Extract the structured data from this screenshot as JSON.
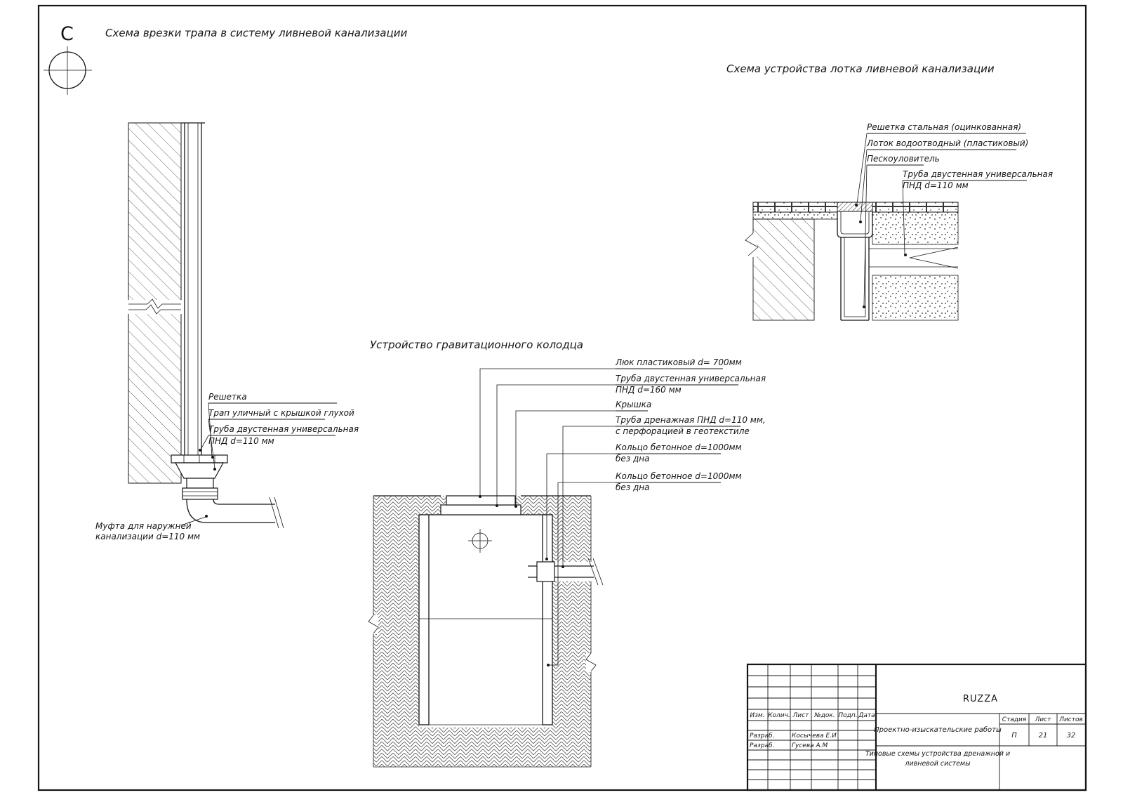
{
  "compass": {
    "letter": "С"
  },
  "titles": {
    "trap": "Схема врезки трапа в систему ливневой канализации",
    "lotok": "Схема устройства лотка ливневой канализации",
    "well": "Устройство гравитационного колодца"
  },
  "trap": {
    "reshetka": "Решетка",
    "trap": "Трап уличный с крышкой глухой",
    "truba1": "Труба двустенная универсальная",
    "truba2": "ПНД  d=110 мм",
    "mufta1": "Муфта для наружней",
    "mufta2": "канализации  d=110 мм"
  },
  "lotok": {
    "reshetka": "Решетка стальная (оцинкованная)",
    "lotok": "Лоток водоотводный (пластиковый)",
    "pesko": "Пескоуловитель",
    "truba1": "Труба двустенная универсальная",
    "truba2": "ПНД  d=110 мм"
  },
  "well": {
    "luk": "Люк пластиковый  d= 700мм",
    "truba160_1": "Труба двустенная универсальная",
    "truba160_2": "ПНД  d=160 мм",
    "kryshka": "Крышка",
    "truba110_1": "Труба дренажная ПНД  d=110 мм,",
    "truba110_2": "с перфорацией в геотекстиле",
    "kolco1_1": "Кольцо бетонное  d=1000мм",
    "kolco1_2": "без дна",
    "kolco2_1": "Кольцо бетонное  d=1000мм",
    "kolco2_2": "без дна"
  },
  "titleblock": {
    "company": "RUZZA",
    "work": "Проектно-изыскательские работы",
    "stage_label": "Стадия",
    "list_label": "Лист",
    "listov_label": "Листов",
    "stage": "П",
    "list": "21",
    "listov": "32",
    "doc1": "Типовые схемы устройства дренажной и",
    "doc2": "ливневой системы",
    "h_izm": "Изм.",
    "h_kol": "Колич.",
    "h_list": "Лист",
    "h_ndok": "№док.",
    "h_podp": "Подп.",
    "h_data": "Дата",
    "r1_role": "Разраб.",
    "r1_name": "Косычева Е.И",
    "r2_role": "Разраб.",
    "r2_name": "Гусева А.М"
  }
}
